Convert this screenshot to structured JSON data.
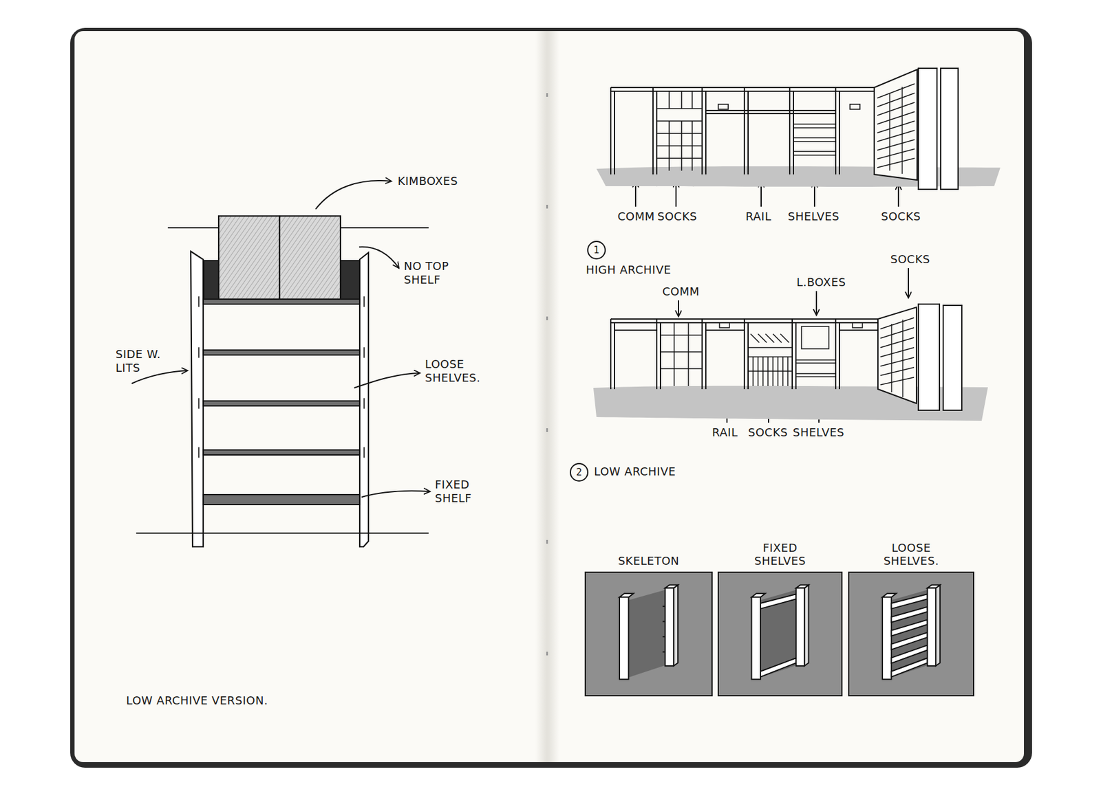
{
  "diagram": {
    "nodes": [
      {
        "text": [
          "SKELETON"
        ]
      },
      {
        "text": [
          "FIXED SHELVES"
        ]
      },
      {
        "text": [
          "LOOSE SHELVES."
        ]
      }
    ],
    "labels": [
      "KIMBOXES",
      "NO TOP SHELF",
      "SIDE W. LITS",
      "LOOSE SHELVES.",
      "FIXED SHELF",
      "LOW ARCHIVE VERSION.",
      "COMM",
      "SOCKS",
      "RAIL",
      "SHELVES",
      "SOCKS",
      "1",
      "HIGH ARCHIVE",
      "COMM",
      "L.BOXES",
      "SOCKS",
      "RAIL",
      "SOCKS",
      "SHELVES",
      "2",
      "LOW ARCHIVE"
    ]
  }
}
